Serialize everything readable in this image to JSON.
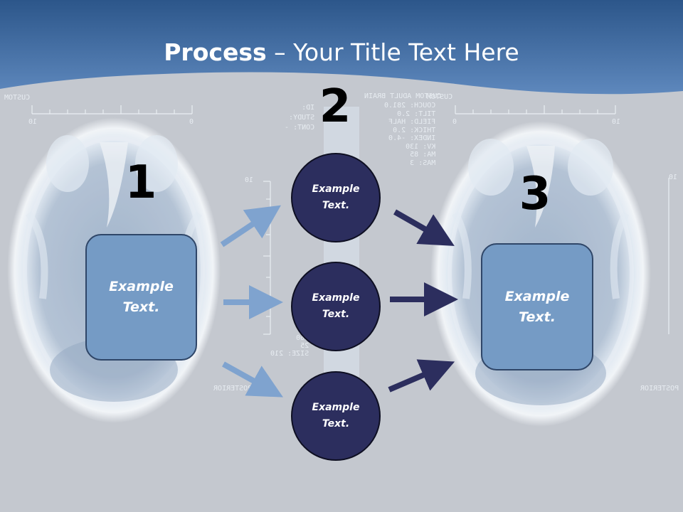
{
  "title": {
    "bold": "Process",
    "rest": " – Your Title Text Here"
  },
  "steps": [
    {
      "number": "1",
      "text_line1": "Example",
      "text_line2": "Text."
    },
    {
      "number": "2"
    },
    {
      "number": "3",
      "text_line1": "Example",
      "text_line2": "Text."
    }
  ],
  "circles": [
    {
      "line1": "Example",
      "line2": "Text."
    },
    {
      "line1": "Example",
      "line2": "Text."
    },
    {
      "line1": "Example",
      "line2": "Text."
    }
  ],
  "scan_text": {
    "left_custom": "CUSTOM",
    "left_scale": [
      "10",
      "0"
    ],
    "right_custom": "CUSTOM",
    "right_scale": [
      "0",
      "10"
    ],
    "center_header": "CUSTOM ADULT BRAIN",
    "center_lines": [
      "COUCH: 281.0",
      "TILT: 2.0",
      "FIELD: HALF",
      "THICK: 2.0",
      "INDEX: -4.0",
      "KV: 130",
      "MA: 85",
      "MAS: 3"
    ],
    "center_left_lines": [
      "ID:",
      "STUDY:",
      "CONT: -"
    ],
    "ruler_label": "10",
    "right_ruler_label": "10",
    "bottom_lines": [
      "160",
      "25",
      "SIZE: 210"
    ],
    "left_posterior": "POSTERIOR",
    "right_posterior": "POSTERIOR"
  },
  "colors": {
    "header_top": "#2f5a8f",
    "header_bottom": "#5b86bb",
    "background": "#c4c8cf",
    "box_fill": "#759bc5",
    "circle_fill": "#2c2e5e",
    "arrow_light": "#7fa3cf",
    "arrow_dark": "#2c2e5e"
  }
}
